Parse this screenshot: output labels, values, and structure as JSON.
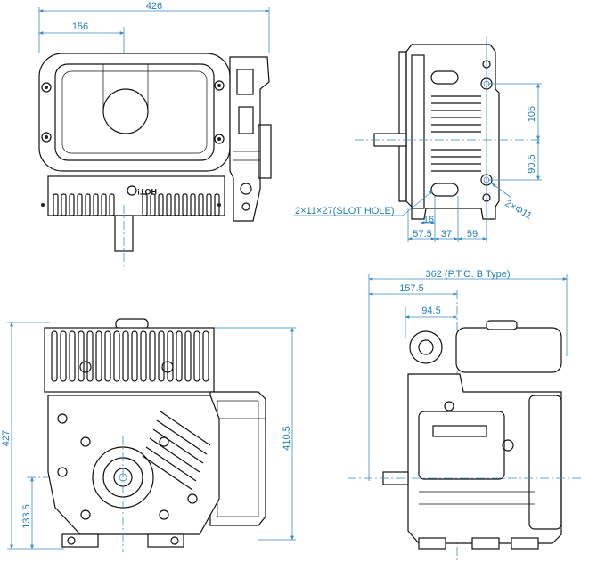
{
  "dimensions": {
    "top_width": "426",
    "top_offset": "156",
    "side_105": "105",
    "side_90_5": "90.5",
    "hole_dia": "2×Φ11",
    "slot_hole": "2×11×27(SLOT HOLE)",
    "d16": "16",
    "d57_5": "57.5",
    "d37": "37",
    "d59": "59",
    "height_427": "427",
    "height_133_5": "133.5",
    "height_410_5": "410.5",
    "pto_width": "362 (P.T.O. B Type)",
    "pto_157_5": "157.5",
    "pto_94_5": "94.5"
  },
  "labels": {
    "hot": "HOT!"
  },
  "colors": {
    "dimension_blue": "#3a8cc4",
    "line_black": "#111111"
  }
}
